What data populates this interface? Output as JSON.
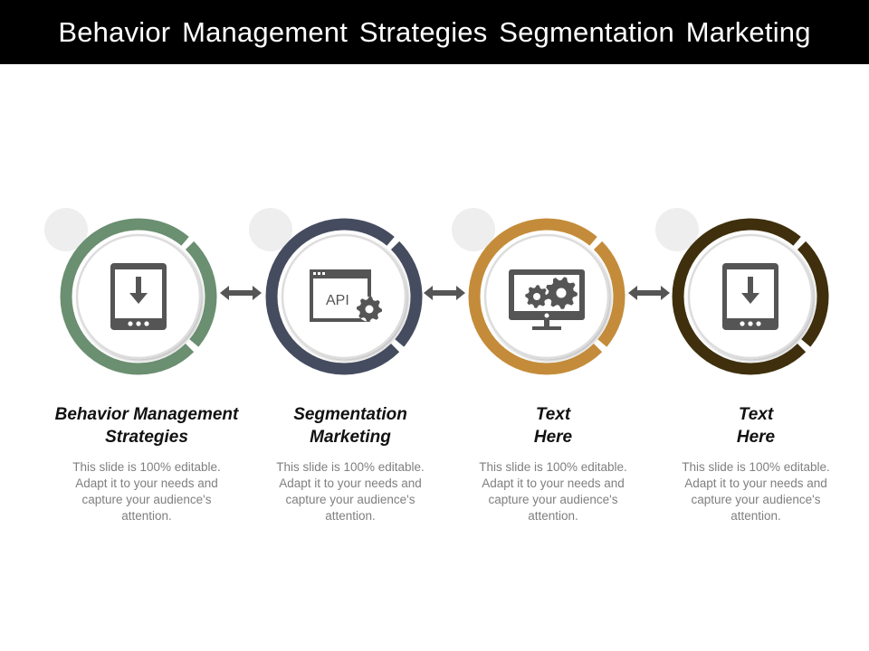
{
  "title": "Behavior Management Strategies Segmentation Marketing",
  "steps": [
    {
      "heading_line1": "Behavior Management",
      "heading_line2": "Strategies",
      "body": "This slide is 100% editable. Adapt it to your needs and capture your audience's attention.",
      "ring_color": "#6b8f71",
      "icon": "tablet-download-icon"
    },
    {
      "heading_line1": "Segmentation",
      "heading_line2": "Marketing",
      "body": "This slide is 100% editable. Adapt it to your needs and capture your audience's attention.",
      "ring_color": "#454c5f",
      "icon": "api-gear-window-icon",
      "icon_text": "API"
    },
    {
      "heading_line1": "Text",
      "heading_line2": "Here",
      "body": "This slide is 100% editable. Adapt it to your needs and capture your audience's attention.",
      "ring_color": "#c48c3a",
      "icon": "monitor-gears-icon"
    },
    {
      "heading_line1": "Text",
      "heading_line2": "Here",
      "body": "This slide is 100% editable. Adapt it to your needs and capture your audience's attention.",
      "ring_color": "#3f2f0d",
      "icon": "tablet-download-icon"
    }
  ],
  "connector_icon": "double-arrow-icon"
}
